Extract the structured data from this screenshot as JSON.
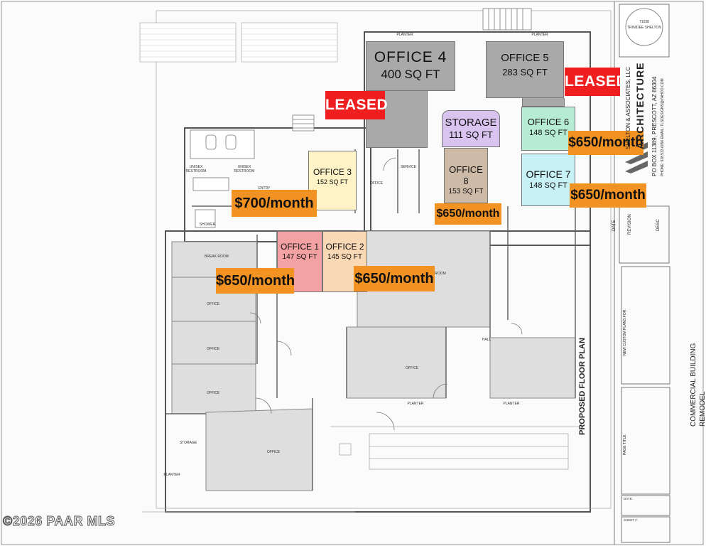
{
  "offices": [
    {
      "id": "office-4",
      "name": "OFFICE 4",
      "size": "400 SQ FT",
      "color": "#a9a9a9"
    },
    {
      "id": "office-5",
      "name": "OFFICE 5",
      "size": "283 SQ FT",
      "color": "#a9a9a9"
    },
    {
      "id": "storage",
      "name": "STORAGE",
      "size": "111 SQ FT",
      "color": "#d9c3ef"
    },
    {
      "id": "office-6",
      "name": "OFFICE 6",
      "size": "148 SQ FT",
      "color": "#b7ecd4"
    },
    {
      "id": "office-7",
      "name": "OFFICE 7",
      "size": "148 SQ FT",
      "color": "#c8f1f6"
    },
    {
      "id": "office-8",
      "name": "OFFICE 8",
      "size": "153 SQ FT",
      "color": "#cdbba7"
    },
    {
      "id": "office-3",
      "name": "OFFICE 3",
      "size": "152 SQ FT",
      "color": "#fdf3c7"
    },
    {
      "id": "office-1",
      "name": "OFFICE 1",
      "size": "147 SQ FT",
      "color": "#f3a1a2"
    },
    {
      "id": "office-2",
      "name": "OFFICE 2",
      "size": "145 SQ FT",
      "color": "#f9d8b6"
    }
  ],
  "tags": {
    "leased_4": "LEASED",
    "leased_5": "LEASED",
    "price_6": "$650/month",
    "price_7": "$650/month",
    "price_8": "$650/month",
    "price_3": "$700/month",
    "price_1": "$650/month",
    "price_2": "$650/month"
  },
  "colors": {
    "price_tag": "#f29223",
    "leased_tag": "#ef1f1f"
  },
  "plan_labels": {
    "planter_top_left": "PLANTER",
    "planter_top_right": "PLANTER",
    "unisex_restroom_1": "UNISEX RESTROOM",
    "unisex_restroom_2": "UNISEX RESTROOM",
    "entry": "ENTRY",
    "office_center": "OFFICE",
    "service": "SERVICE",
    "shower": "SHOWER",
    "break_room": "BREAK ROOM",
    "office_a": "OFFICE",
    "office_b": "OFFICE",
    "office_c": "OFFICE",
    "office_d": "OFFICE",
    "office_e": "OFFICE",
    "hall": "HALL",
    "storage_lower": "STORAGE",
    "planter_bottom_left": "PLANTER",
    "planter_bottom_mid": "PLANTER",
    "planter_bottom_right": "PLANTER",
    "room": "ROOM"
  },
  "title_block": {
    "firm": "SHELTON & ASSOCIATES, LLC",
    "firm_sub": "ARCHITECTURE",
    "address": "PO BOX 11389, PRESCOTT, AZ 86304",
    "contact": "PHONE: 928.533.6056  EMAIL: TLSDESIGNS@YAHOO.COM",
    "plans_for": "NEW CUSTOM PLANS FOR:",
    "project": "COMMERCIAL BUILDING REMODEL",
    "page_title_label": "PAGE TITLE:",
    "page_title": "PROPOSED FLOOR PLAN",
    "date_label": "DATE:",
    "sheet_label": "SHEET #:",
    "revision_label": "REVISION",
    "date_col": "DATE",
    "desc_col": "DESC",
    "seal_name": "TRINIDEE SHELTON",
    "seal_num": "71038"
  },
  "copyright": "©2026 PAAR MLS"
}
